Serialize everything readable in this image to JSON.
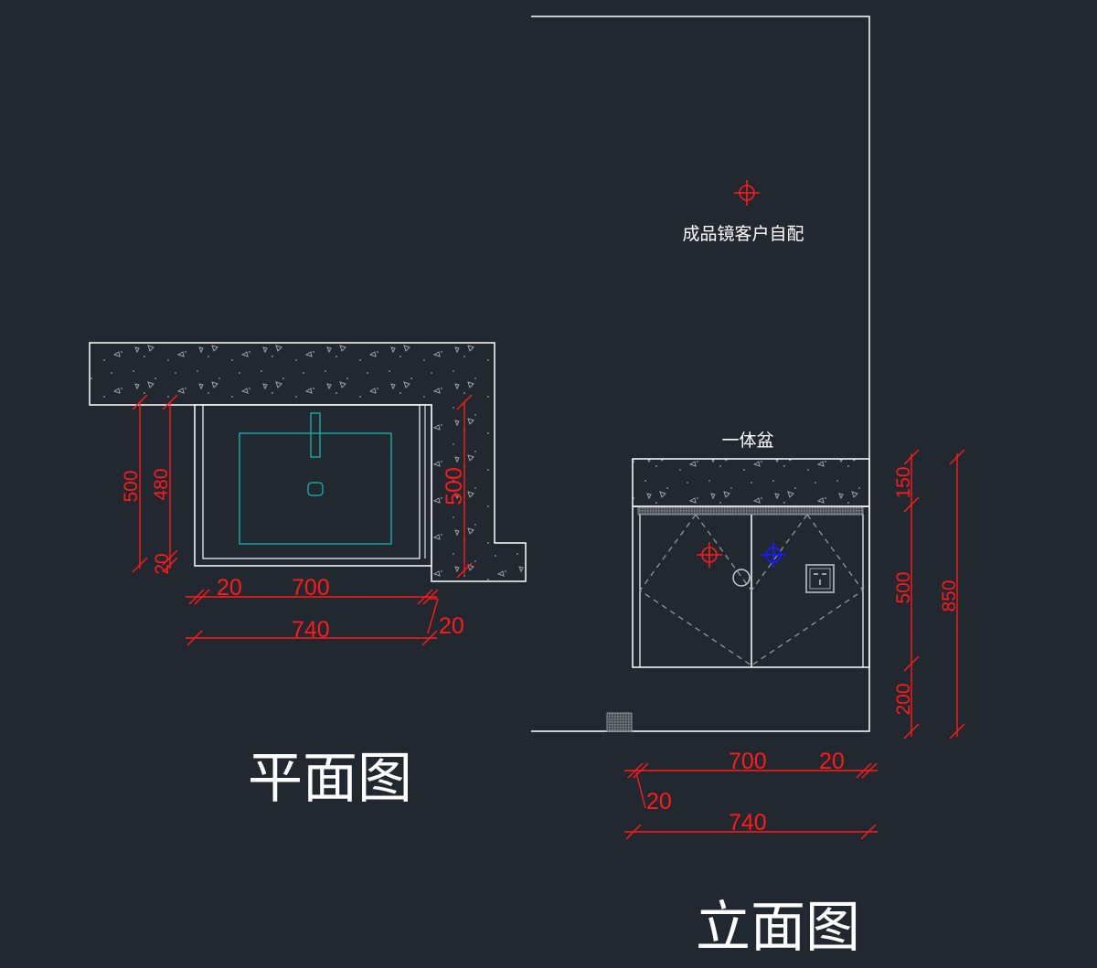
{
  "colors": {
    "background": "#212830",
    "outline": "#ffffff",
    "dimension": "#ff1a1a",
    "basin": "#17a3a3",
    "marker_blue": "#1a1aff",
    "hatch": "#9aa0a6"
  },
  "plan": {
    "title": "平面图",
    "dims": {
      "d500_left": "500",
      "d480": "480",
      "d20_small": "20",
      "d500_right": "500",
      "d20_a": "20",
      "d700": "700",
      "d740": "740",
      "d20_b": "20"
    }
  },
  "elevation": {
    "title": "立面图",
    "mirror_note": "成品镜客户自配",
    "basin_note": "一体盆",
    "dims": {
      "d150": "150",
      "d500": "500",
      "d200": "200",
      "d850": "850",
      "d700": "700",
      "d20_a": "20",
      "d20_b": "20",
      "d740": "740"
    }
  }
}
